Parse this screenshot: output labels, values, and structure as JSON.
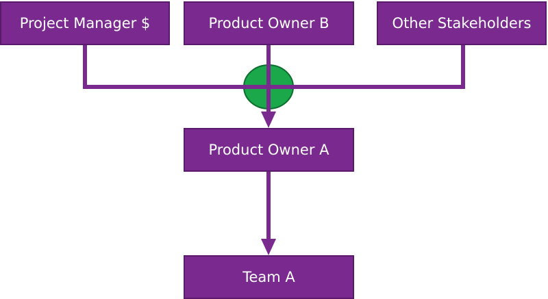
{
  "nodes": {
    "project_manager": "Project Manager $",
    "product_owner_b": "Product Owner B",
    "other_stakeholders": "Other Stakeholders",
    "product_owner_a": "Product Owner A",
    "team_a": "Team A"
  },
  "colors": {
    "node_fill": "#7a2a8f",
    "node_border": "#5a1a6b",
    "connector": "#7a2a8f",
    "junction_fill": "#1aa84a",
    "junction_border": "#0b6e2e",
    "text": "#ffffff"
  }
}
